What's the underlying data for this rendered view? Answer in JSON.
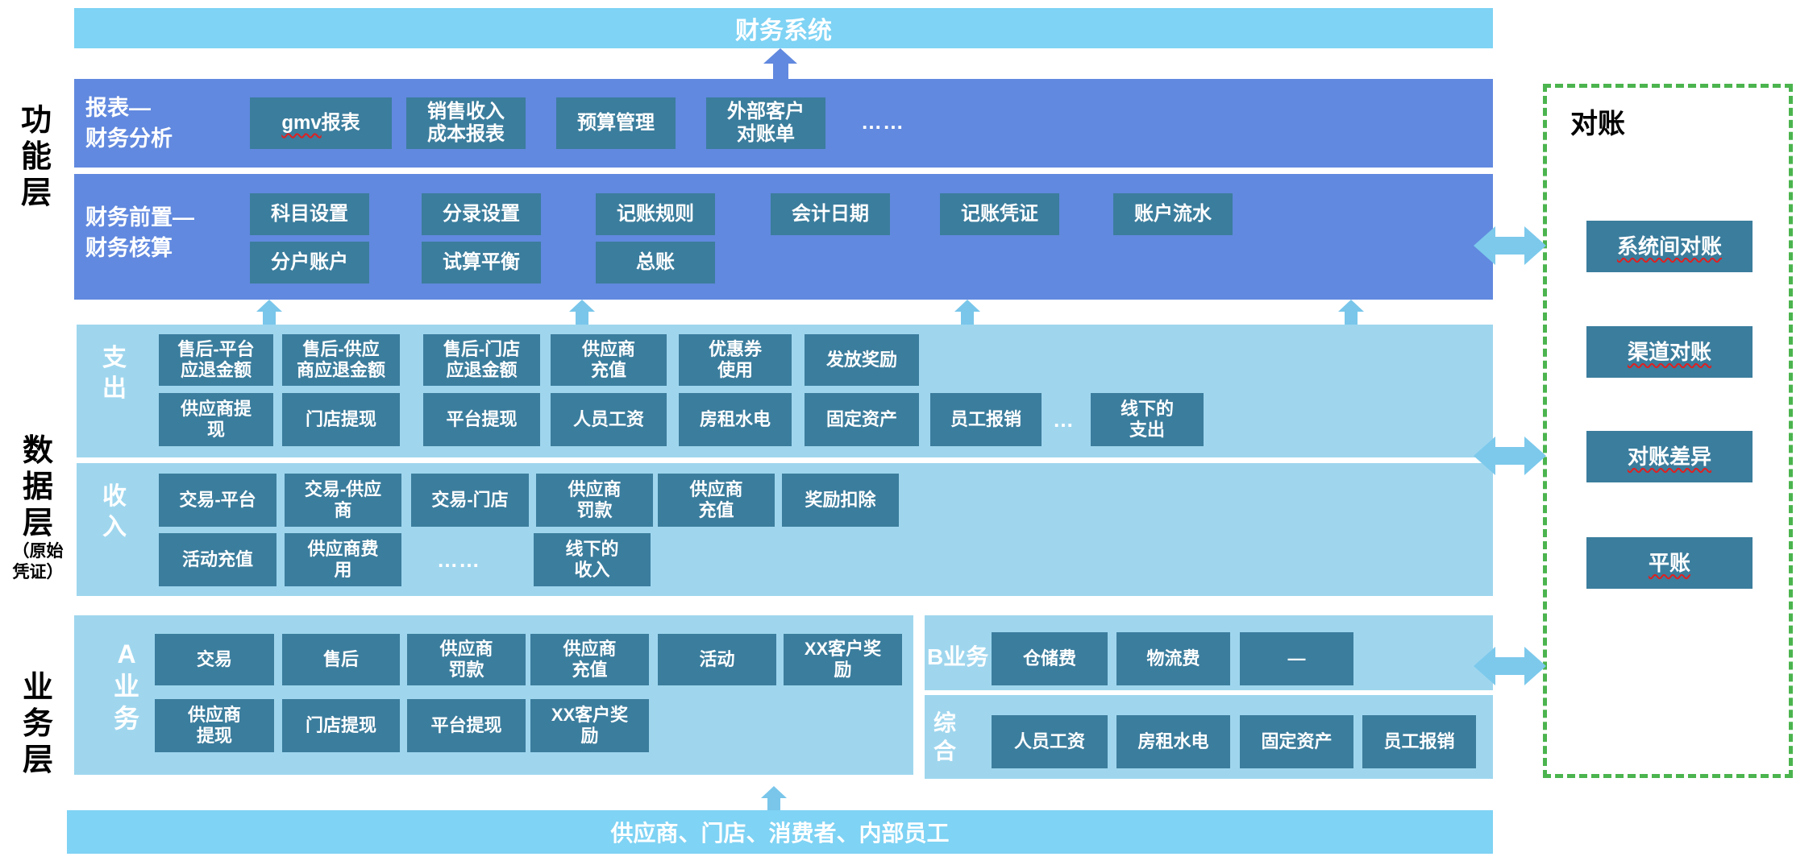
{
  "title_bar": {
    "label": "财务系统"
  },
  "bottom_bar": {
    "label": "供应商、门店、消费者、内部员工"
  },
  "layer_labels": {
    "function": "功\n能\n层",
    "data": "数\n据\n层",
    "data_note": "（原始\n凭证）",
    "business": "业\n务\n层"
  },
  "function_layer": {
    "report_row": {
      "label": "报表—\n财务分析",
      "gmv_prefix": "gmv",
      "gmv_suffix": "报表",
      "boxes": [
        "销售收入\n成本报表",
        "预算管理",
        "外部客户\n对账单"
      ],
      "ellipsis": "……"
    },
    "accounting_row": {
      "label": "财务前置—\n财务核算",
      "row1": [
        "科目设置",
        "分录设置",
        "记账规则",
        "会计日期",
        "记账凭证",
        "账户流水"
      ],
      "row2": [
        "分户账户",
        "试算平衡",
        "总账"
      ]
    }
  },
  "data_layer": {
    "expense": {
      "label": "支\n出",
      "row1": [
        "售后-平台\n应退金额",
        "售后-供应\n商应退金额",
        "售后-门店\n应退金额",
        "供应商\n充值",
        "优惠券\n使用",
        "发放奖励"
      ],
      "row2": [
        "供应商提\n现",
        "门店提现",
        "平台提现",
        "人员工资",
        "房租水电",
        "固定资产",
        "员工报销"
      ],
      "ellipsis": "…",
      "offline": "线下的\n支出"
    },
    "income": {
      "label": "收\n入",
      "row1": [
        "交易-平台",
        "交易-供应\n商",
        "交易-门店",
        "供应商\n罚款",
        "供应商\n充值",
        "奖励扣除"
      ],
      "row2": [
        "活动充值",
        "供应商费\n用"
      ],
      "ellipsis": "……",
      "offline": "线下的\n收入"
    }
  },
  "business_layer": {
    "a": {
      "label": "A\n业\n务",
      "row1": [
        "交易",
        "售后",
        "供应商\n罚款",
        "供应商\n充值",
        "活动"
      ],
      "xx1_prefix": "XX",
      "xx1_suffix": "客户奖\n励",
      "row2": [
        "供应商\n提现",
        "门店提现",
        "平台提现"
      ],
      "xx2_prefix": "XX",
      "xx2_suffix": "客户奖\n励"
    },
    "b": {
      "label": "B业务",
      "boxes": [
        "仓储费",
        "物流费",
        "—"
      ]
    },
    "misc": {
      "label": "综\n合",
      "boxes": [
        "人员工资",
        "房租水电",
        "固定资产",
        "员工报销"
      ]
    }
  },
  "recon": {
    "title": "对账",
    "boxes": [
      "系统间对账",
      "渠道对账",
      "对账差异",
      "平账"
    ]
  },
  "colors": {
    "bar_blue": "#7FD3F4",
    "panel_blue": "#6189DF",
    "panel_light_blue": "#9FD6EE",
    "box_teal": "#3B7D9D",
    "arrow_light": "#79C6EA",
    "arrow_dark": "#6189DF",
    "double_arrow": "#7CC9EC",
    "recon_border_green": "#4BB44E",
    "squiggle_red": "#E02020"
  }
}
